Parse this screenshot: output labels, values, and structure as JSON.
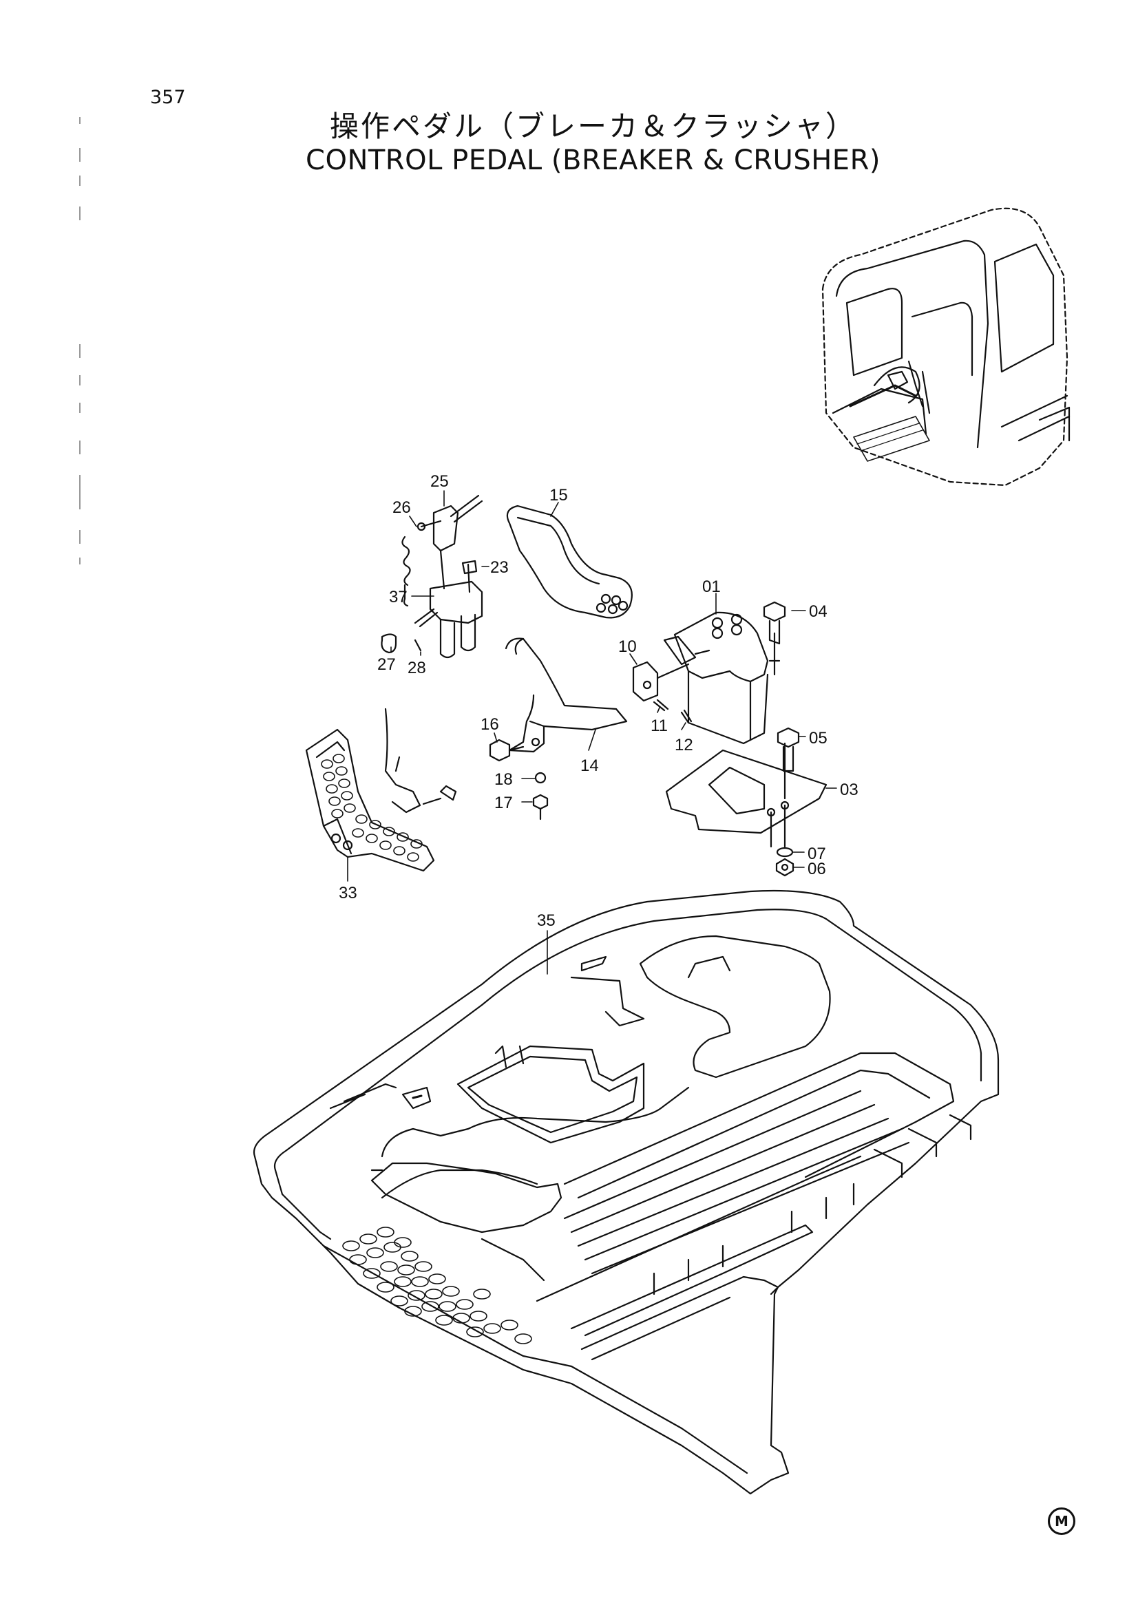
{
  "page": {
    "number": "357",
    "title_jp": "操作ペダル（ブレーカ＆クラッシャ）",
    "title_en": "CONTROL  PEDAL  (BREAKER & CRUSHER)",
    "corner_mark": "M"
  },
  "parts": [
    {
      "id": "01",
      "label": "01"
    },
    {
      "id": "03",
      "label": "03"
    },
    {
      "id": "04",
      "label": "04"
    },
    {
      "id": "05",
      "label": "05"
    },
    {
      "id": "06",
      "label": "06"
    },
    {
      "id": "07",
      "label": "07"
    },
    {
      "id": "10",
      "label": "10"
    },
    {
      "id": "11",
      "label": "11"
    },
    {
      "id": "12",
      "label": "12"
    },
    {
      "id": "14",
      "label": "14"
    },
    {
      "id": "15",
      "label": "15"
    },
    {
      "id": "16",
      "label": "16"
    },
    {
      "id": "17",
      "label": "17"
    },
    {
      "id": "18",
      "label": "18"
    },
    {
      "id": "23",
      "label": "23"
    },
    {
      "id": "25",
      "label": "25"
    },
    {
      "id": "26",
      "label": "26"
    },
    {
      "id": "27",
      "label": "27"
    },
    {
      "id": "28",
      "label": "28"
    },
    {
      "id": "33",
      "label": "33"
    },
    {
      "id": "35",
      "label": "35"
    },
    {
      "id": "37",
      "label": "37"
    }
  ]
}
